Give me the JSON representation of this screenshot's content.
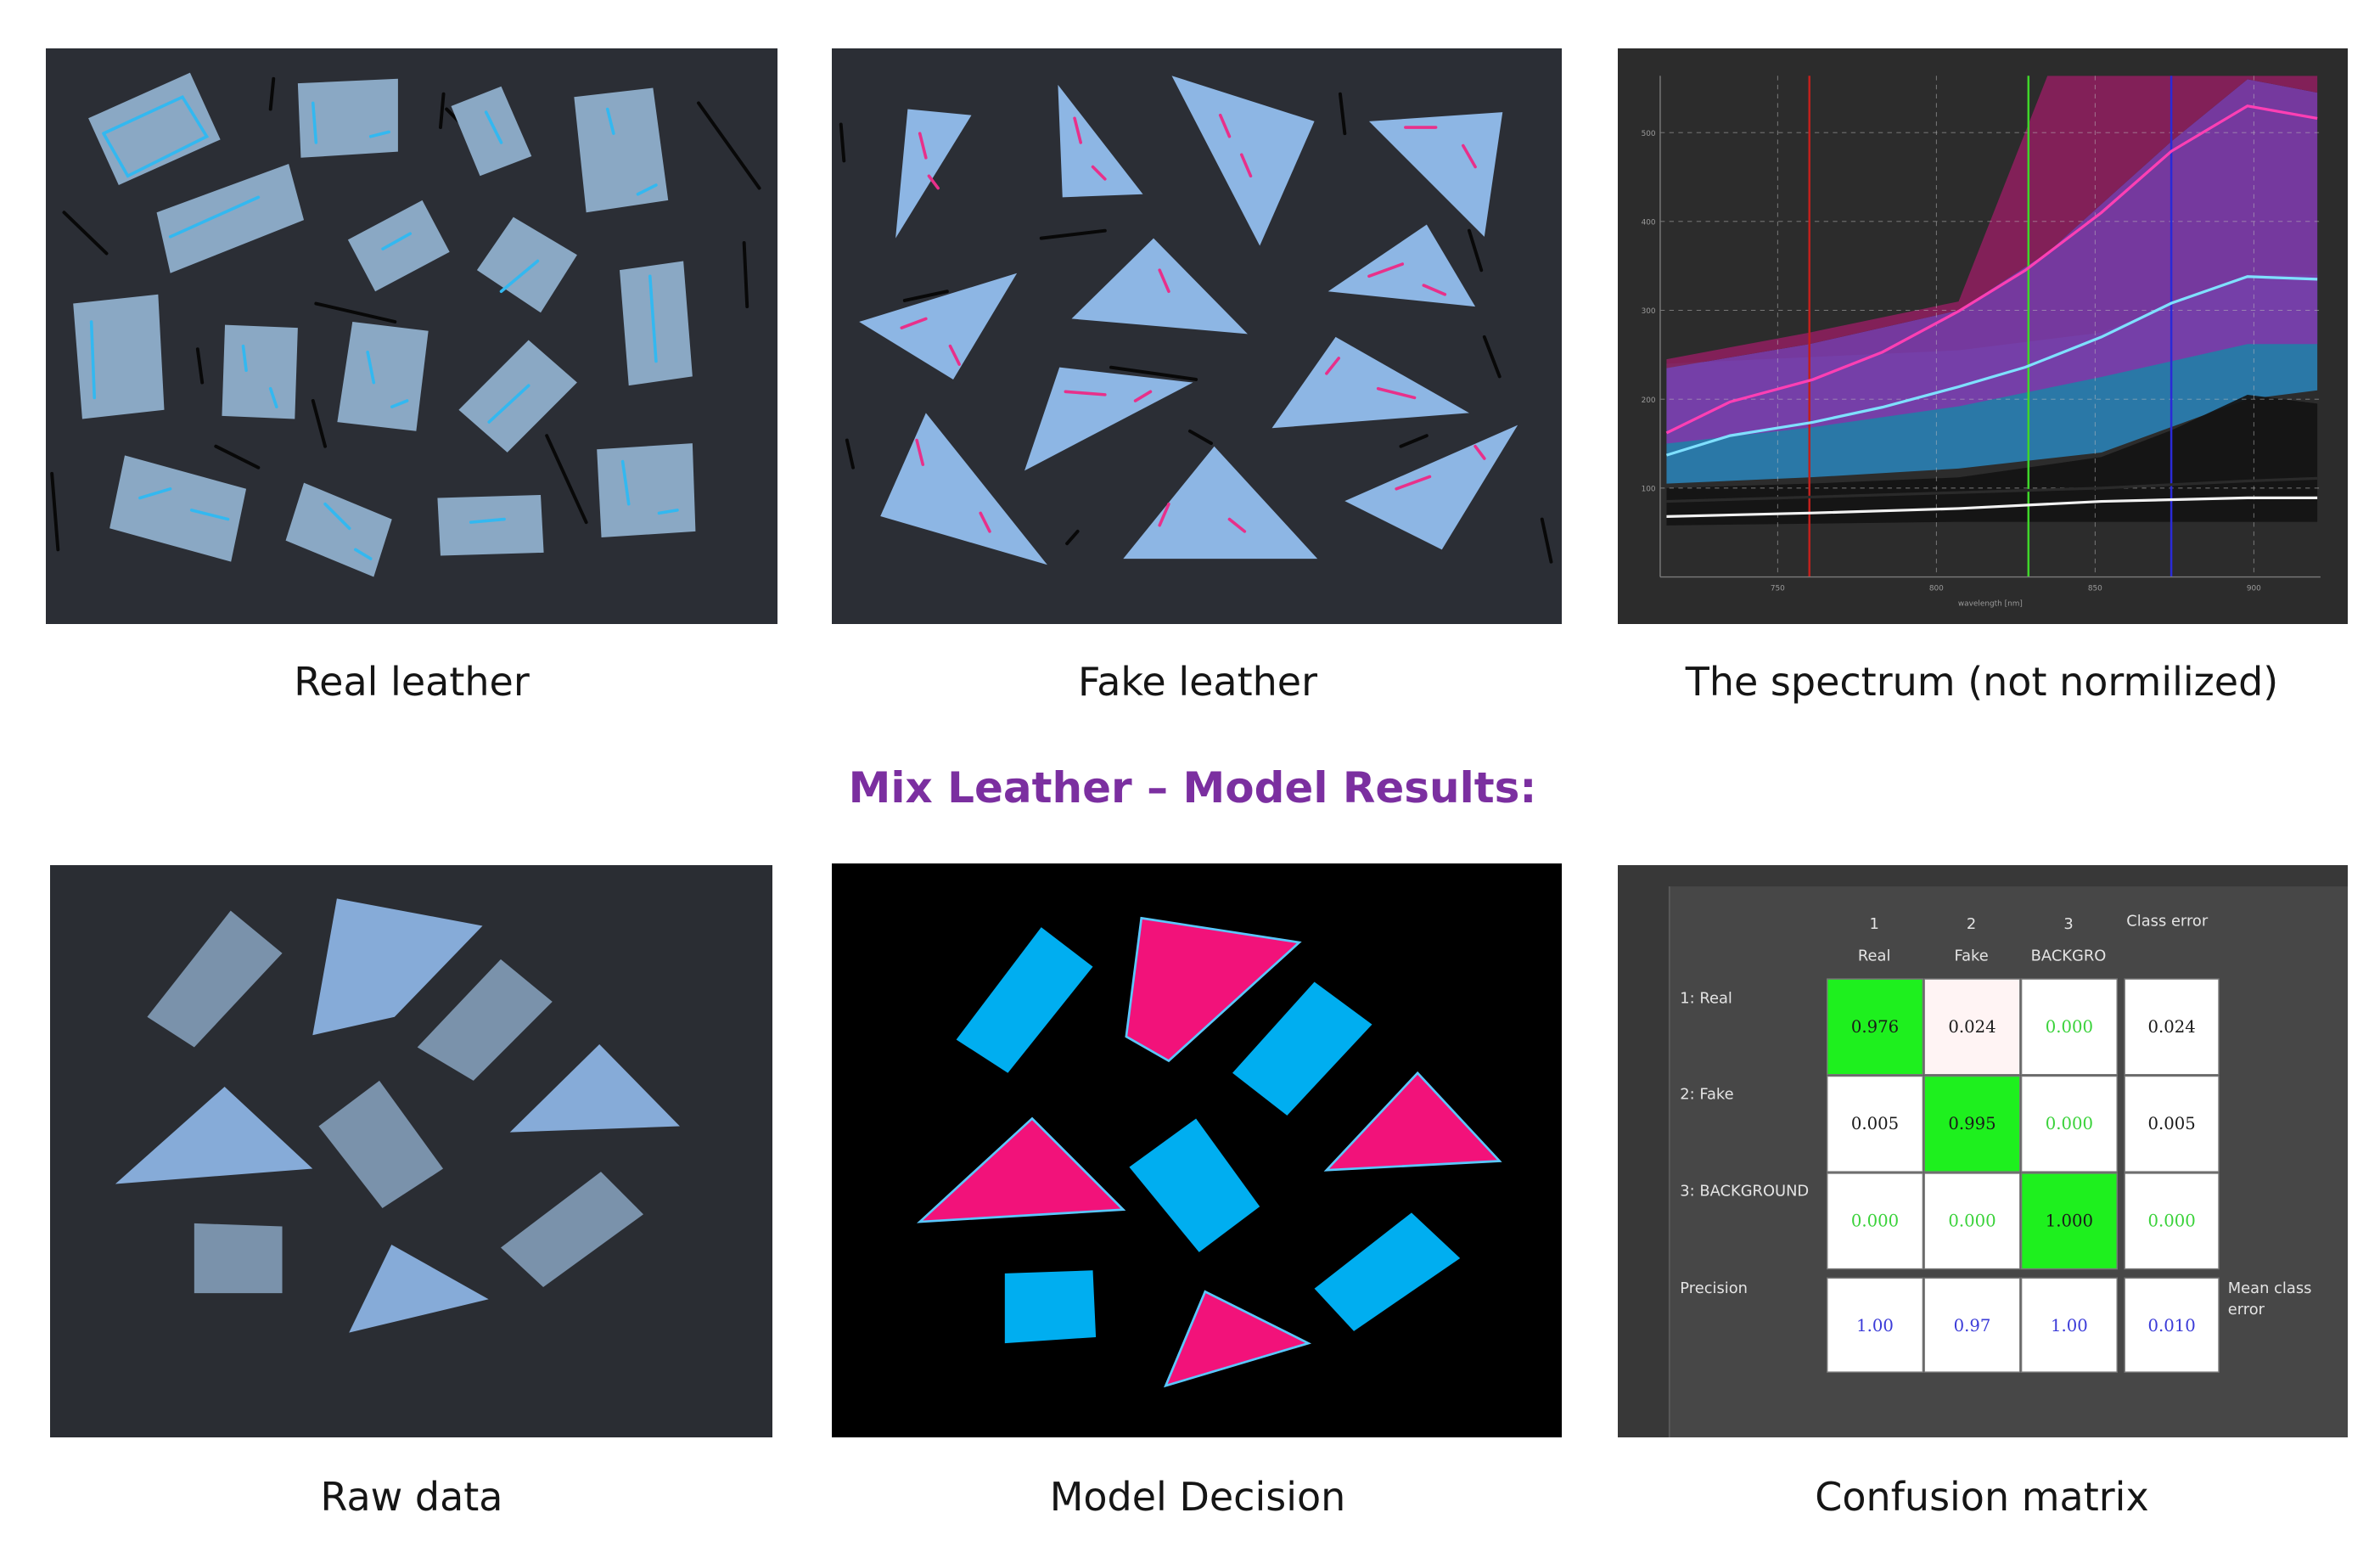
{
  "captions": {
    "real_leather": "Real leather",
    "fake_leather": "Fake leather",
    "spectrum": "The spectrum (not normilized)",
    "raw_data": "Raw data",
    "model_decision": "Model Decision",
    "confusion_matrix": "Confusion matrix"
  },
  "section_title": "Mix Leather – Model Results:",
  "colors": {
    "title_purple": "#7b2fa0",
    "real_class": "#00aef0",
    "fake_class": "#f2127a",
    "diagonal_green": "#1ef01e"
  },
  "chart_data": {
    "type": "line",
    "xlabel": "wavelength [nm]",
    "xlim": [
      713,
      921
    ],
    "ylim": [
      0,
      564
    ],
    "xticks": [
      750,
      800,
      850,
      900
    ],
    "yticks": [
      100,
      200,
      300,
      400,
      500
    ],
    "grid": true,
    "bands": [
      {
        "color": "#2a7fb2",
        "upper": [
          [
            715,
            240
          ],
          [
            807,
            255
          ],
          [
            852,
            275
          ],
          [
            898,
            340
          ],
          [
            920,
            340
          ]
        ],
        "lower": [
          [
            715,
            105
          ],
          [
            760,
            112
          ],
          [
            807,
            122
          ],
          [
            852,
            140
          ],
          [
            898,
            200
          ],
          [
            920,
            210
          ]
        ]
      },
      {
        "color": "#7c3ba8",
        "upper": [
          [
            715,
            235
          ],
          [
            760,
            262
          ],
          [
            807,
            300
          ],
          [
            835,
            365
          ],
          [
            874,
            490
          ],
          [
            898,
            560
          ],
          [
            920,
            545
          ]
        ],
        "lower": [
          [
            715,
            150
          ],
          [
            760,
            168
          ],
          [
            807,
            192
          ],
          [
            852,
            225
          ],
          [
            898,
            262
          ],
          [
            920,
            262
          ]
        ]
      },
      {
        "color": "#8a1f5c",
        "upper": [
          [
            715,
            245
          ],
          [
            760,
            275
          ],
          [
            807,
            310
          ],
          [
            835,
            564
          ],
          [
            920,
            564
          ]
        ],
        "lower": [
          [
            715,
            235
          ],
          [
            760,
            262
          ],
          [
            807,
            300
          ],
          [
            835,
            365
          ],
          [
            874,
            490
          ],
          [
            898,
            560
          ],
          [
            920,
            545
          ]
        ]
      },
      {
        "color": "#141414",
        "upper": [
          [
            715,
            100
          ],
          [
            760,
            105
          ],
          [
            807,
            112
          ],
          [
            852,
            135
          ],
          [
            874,
            165
          ],
          [
            898,
            205
          ],
          [
            920,
            195
          ]
        ],
        "lower": [
          [
            715,
            58
          ],
          [
            807,
            62
          ],
          [
            920,
            62
          ]
        ]
      }
    ],
    "series": [
      {
        "color": "#ff3fb4",
        "x": [
          715,
          735,
          761,
          783,
          807,
          828,
          852,
          874,
          898,
          920
        ],
        "y": [
          162,
          197,
          222,
          253,
          299,
          345,
          410,
          479,
          530,
          516
        ]
      },
      {
        "color": "#7fe0ff",
        "x": [
          715,
          735,
          761,
          783,
          807,
          828,
          852,
          874,
          898,
          920
        ],
        "y": [
          137,
          159,
          174,
          191,
          214,
          236,
          270,
          308,
          338,
          335
        ]
      },
      {
        "color": "#f2f2f2",
        "x": [
          715,
          761,
          807,
          852,
          898,
          920
        ],
        "y": [
          68,
          72,
          77,
          85,
          89,
          89
        ]
      },
      {
        "color": "#2a2a2a",
        "x": [
          715,
          761,
          807,
          852,
          898,
          920
        ],
        "y": [
          85,
          90,
          95,
          100,
          108,
          111
        ]
      }
    ],
    "vlines": [
      {
        "x": 760,
        "color": "#c0201c"
      },
      {
        "x": 829,
        "color": "#3fd62a"
      },
      {
        "x": 874,
        "color": "#2a2ad8"
      }
    ]
  },
  "confusion_matrix": {
    "col_numbers": [
      "1",
      "2",
      "3"
    ],
    "col_names": [
      "Real",
      "Fake",
      "BACKGRO"
    ],
    "class_error_header": "Class error",
    "row_labels": [
      "1: Real",
      "2: Fake",
      "3: BACKGROUND"
    ],
    "precision_label": "Precision",
    "mean_class_error": [
      "Mean class",
      "error"
    ],
    "rows": [
      [
        "0.976",
        "0.024",
        "0.000",
        "0.024"
      ],
      [
        "0.005",
        "0.995",
        "0.000",
        "0.005"
      ],
      [
        "0.000",
        "0.000",
        "1.000",
        "0.000"
      ]
    ],
    "precision": [
      "1.00",
      "0.97",
      "1.00",
      "0.010"
    ]
  }
}
